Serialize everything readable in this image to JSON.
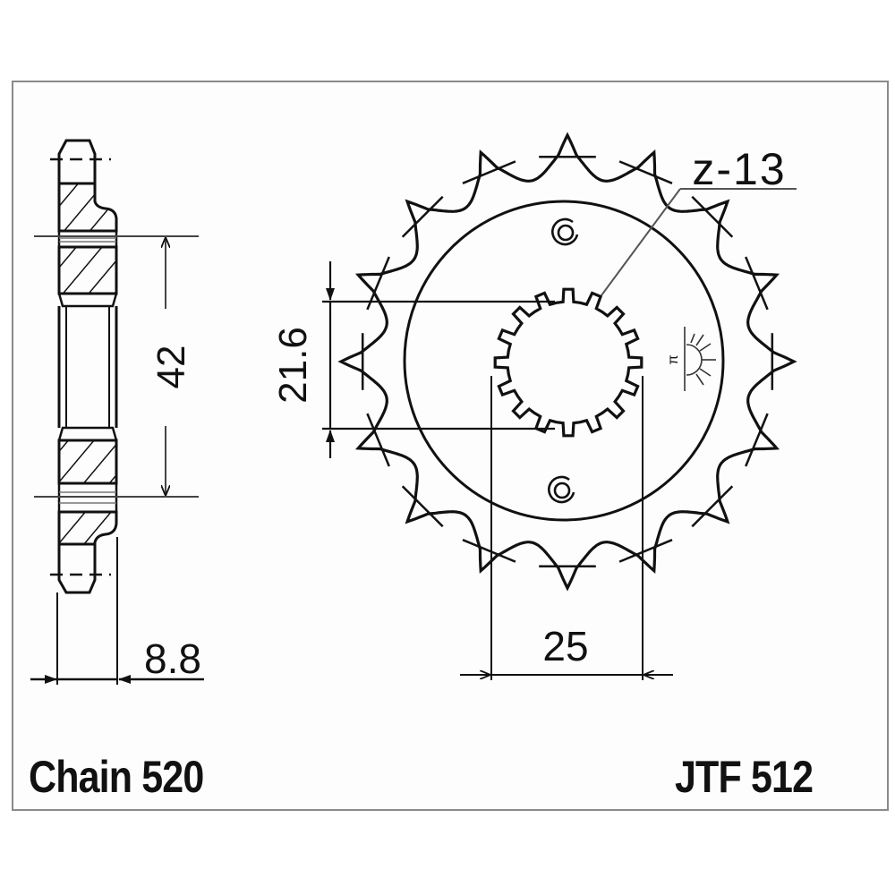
{
  "title": "JTF 512 front sprocket technical drawing",
  "labels": {
    "chain": "Chain 520",
    "part_number": "JTF 512",
    "tooth_count": "z-13"
  },
  "dimensions": {
    "hub_diameter": "42",
    "width": "8.8",
    "spline_inner_diameter": "21.6",
    "spline_outer_diameter": "25"
  },
  "symbols": {
    "hardening_mark": "sun-half-circle-icon",
    "hardening_mark_glyph": "π"
  },
  "sprocket": {
    "teeth": 16,
    "spline_teeth": 16,
    "bolt_holes": 2
  },
  "colors": {
    "line": "#111111",
    "frame": "#8a8a8a",
    "background": "#ffffff"
  }
}
